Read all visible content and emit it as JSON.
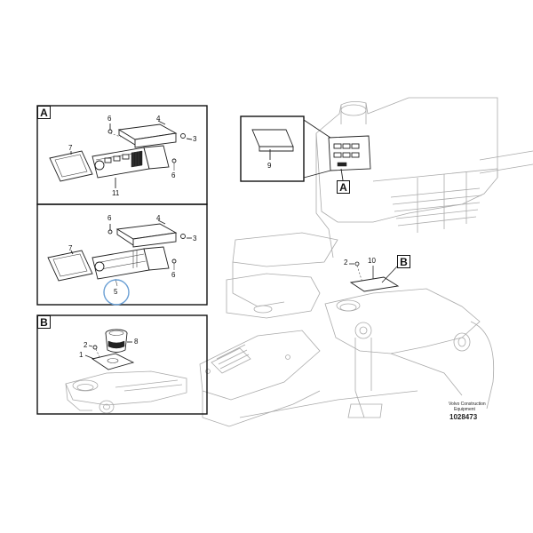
{
  "detail_a": {
    "tag": "A"
  },
  "detail_b": {
    "tag": "B"
  },
  "callouts": {
    "n1": "1",
    "n2": "2",
    "n3": "3",
    "n4": "4",
    "n5": "5",
    "n6": "6",
    "n7": "7",
    "n8": "8",
    "n9": "9",
    "n10": "10",
    "n11": "11"
  },
  "footer": {
    "brand_line1": "Volvo Construction",
    "brand_line2": "Equipment",
    "doc_number": "1028473"
  },
  "highlight_color": "#6a9fd4"
}
